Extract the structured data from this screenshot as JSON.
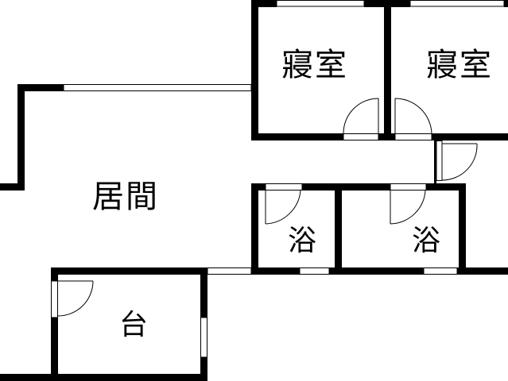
{
  "floor_plan": {
    "colors": {
      "wall": "#000000",
      "background": "#ffffff",
      "window": "#ffffff",
      "outline": "#333333"
    },
    "rooms": [
      {
        "id": "bedroom-1",
        "label": "寢室"
      },
      {
        "id": "bedroom-2",
        "label": "寢室"
      },
      {
        "id": "living-room",
        "label": "居間"
      },
      {
        "id": "bath-1",
        "label": "浴"
      },
      {
        "id": "bath-2",
        "label": "浴"
      },
      {
        "id": "balcony",
        "label": "台"
      }
    ]
  }
}
